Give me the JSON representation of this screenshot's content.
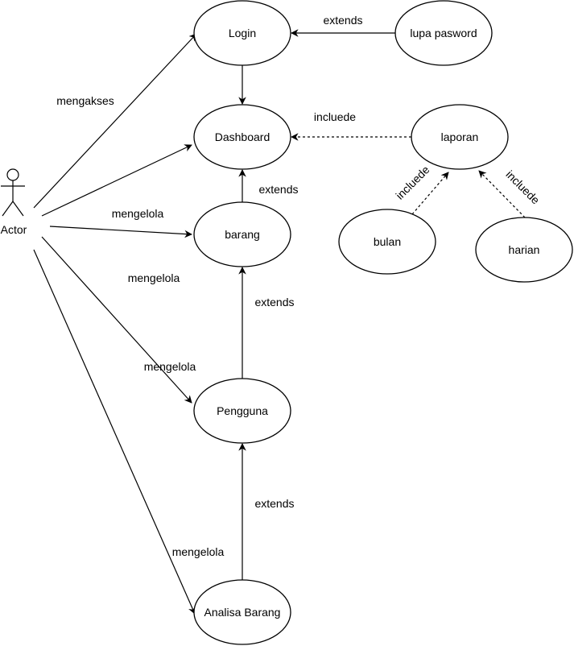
{
  "diagram": {
    "actor": {
      "label": "Actor"
    },
    "usecases": {
      "login": "Login",
      "lupa": "lupa pasword",
      "dashboard": "Dashboard",
      "laporan": "laporan",
      "barang": "barang",
      "bulan": "bulan",
      "harian": "harian",
      "pengguna": "Pengguna",
      "analisa": "Analisa Barang"
    },
    "edge_labels": {
      "mengakses": "mengakses",
      "mengelola_barang": "mengelola",
      "mengelola_1": "mengelola",
      "mengelola_pengguna": "mengelola",
      "mengelola_analisa": "mengelola",
      "extends_lupa": "extends",
      "extends_barang": "extends",
      "extends_pengguna": "extends",
      "extends_analisa": "extends",
      "include_laporan": "incluede",
      "include_bulan": "incluede",
      "include_harian": "incluede"
    },
    "colors": {
      "stroke": "#000000",
      "fill": "#ffffff"
    }
  }
}
